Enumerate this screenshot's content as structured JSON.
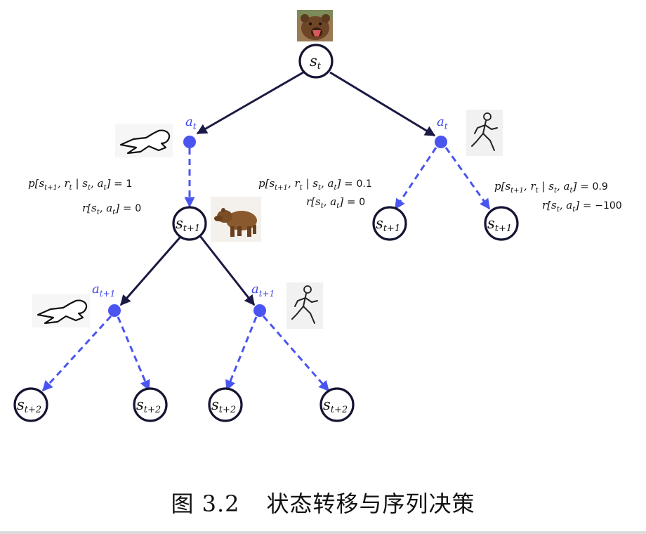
{
  "nodes": {
    "root": {
      "base": "s",
      "sub": "t"
    },
    "s_t1": {
      "base": "s",
      "sub": "t+1"
    },
    "s_t2": {
      "base": "s",
      "sub": "t+2"
    }
  },
  "actions": {
    "a_t": {
      "base": "a",
      "sub": "t"
    },
    "a_t1": {
      "base": "a",
      "sub": "t+1"
    }
  },
  "transitions": {
    "left": {
      "p_prefix": "p[s",
      "p_s_sub": "t+1",
      "p_r": ", r",
      "p_r_sub": "t",
      "p_mid": " | s",
      "p_s2_sub": "t",
      "p_a": ", a",
      "p_a_sub": "t",
      "p_suffix": "] = ",
      "p_value": "1",
      "r_prefix": "r[s",
      "r_s_sub": "t",
      "r_a": ", a",
      "r_a_sub": "t",
      "r_suffix": "] = ",
      "r_value": "0"
    },
    "middle": {
      "p_prefix": "p[s",
      "p_s_sub": "t+1",
      "p_r": ", r",
      "p_r_sub": "t",
      "p_mid": " | s",
      "p_s2_sub": "t",
      "p_a": ", a",
      "p_a_sub": "t",
      "p_suffix": "] = ",
      "p_value": "0.1",
      "r_prefix": "r[s",
      "r_s_sub": "t",
      "r_a": ", a",
      "r_a_sub": "t",
      "r_suffix": "] = ",
      "r_value": "0"
    },
    "right": {
      "p_prefix": "p[s",
      "p_s_sub": "t+1",
      "p_r": ", r",
      "p_r_sub": "t",
      "p_mid": " | s",
      "p_s2_sub": "t",
      "p_a": ", a",
      "p_a_sub": "t",
      "p_suffix": "] = ",
      "p_value": "0.9",
      "r_prefix": "r[s",
      "r_s_sub": "t",
      "r_a": ", a",
      "r_a_sub": "t",
      "r_suffix": "] = ",
      "r_value": "−100"
    }
  },
  "caption": {
    "number": "图 3.2",
    "text": "状态转移与序列决策"
  },
  "colors": {
    "action": "#4a55f0",
    "edge": "#1a1a44",
    "node_stroke": "#141432",
    "bear": "#8a5a2e"
  },
  "icons": [
    "bear-roaring-icon",
    "bear-walking-icon",
    "playing-dead-icon",
    "running-person-icon"
  ]
}
